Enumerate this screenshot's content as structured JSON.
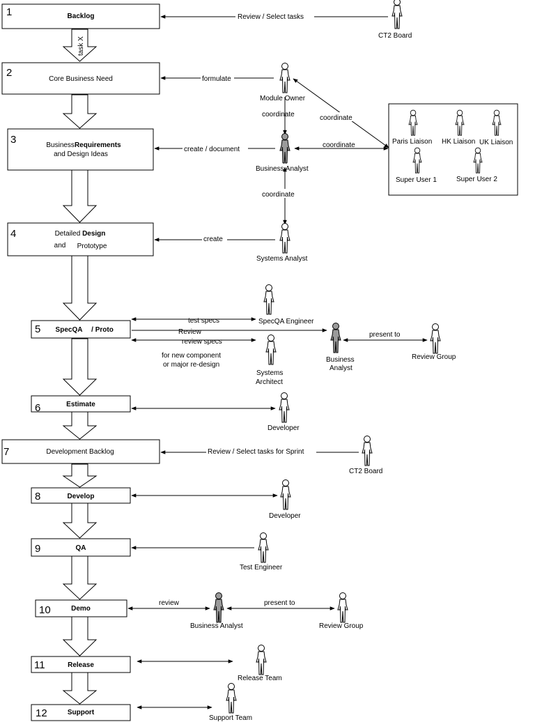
{
  "steps": [
    {
      "num": "1",
      "label": "Backlog"
    },
    {
      "num": "2",
      "label": "Core Business Need"
    },
    {
      "num": "3",
      "label_a": "Business",
      "label_b": "Requirements",
      "label_c": "and Design Ideas"
    },
    {
      "num": "4",
      "label_a": "Detailed",
      "label_b": "Design",
      "label_c": "and",
      "label_d": "Prototype"
    },
    {
      "num": "5",
      "label": "SpecQA",
      "label_2": "/ Proto"
    },
    {
      "num": "6",
      "label": "Estimate"
    },
    {
      "num": "7",
      "label": "Development Backlog"
    },
    {
      "num": "8",
      "label": "Develop"
    },
    {
      "num": "9",
      "label": "QA"
    },
    {
      "num": "10",
      "label": "Demo"
    },
    {
      "num": "11",
      "label": "Release"
    },
    {
      "num": "12",
      "label": "Support"
    }
  ],
  "flow_note": "task X",
  "actors": {
    "ct2_board": "CT2 Board",
    "module_owner": "Module Owner",
    "business_analyst": "Business Analyst",
    "systems_analyst": "Systems Analyst",
    "specqa_engineer": "SpecQA Engineer",
    "business_analyst_5_a": "Business",
    "business_analyst_5_b": "Analyst",
    "systems_architect_a": "Systems",
    "systems_architect_b": "Architect",
    "review_group": "Review Group",
    "developer": "Developer",
    "test_engineer": "Test Engineer",
    "release_team": "Release Team",
    "support_team": "Support Team"
  },
  "stakeholders": {
    "paris": "Paris Liaison",
    "hk": "HK Liaison",
    "uk": "UK Liaison",
    "super1": "Super User 1",
    "super2": "Super User 2"
  },
  "links": {
    "review_select_tasks": "Review / Select tasks",
    "formulate": "formulate",
    "coordinate": "coordinate",
    "create_document": "create / document",
    "create": "create",
    "test_specs": "test specs",
    "review": "Review",
    "review_specs": "review specs",
    "new_component_a": "for new component",
    "new_component_b": "or major re-design",
    "present_to": "present to",
    "review_select_sprint": "Review / Select tasks for Sprint",
    "review_lower": "review"
  },
  "colors": {
    "analyst_fill": "#9a9a9a",
    "line": "#000000",
    "background": "#ffffff"
  }
}
